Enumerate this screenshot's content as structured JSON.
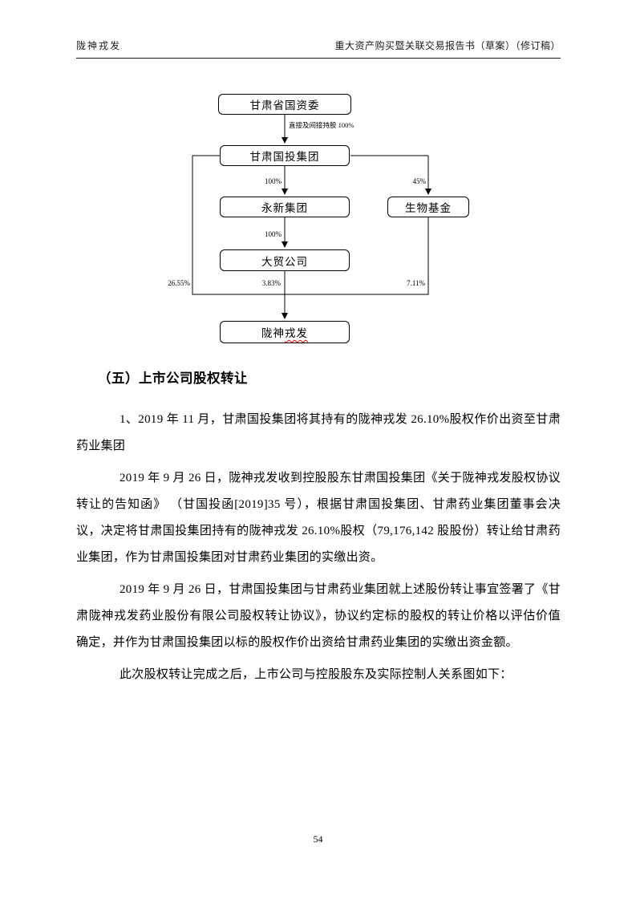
{
  "header": {
    "left": "陇神戎发",
    "right": "重大资产购买暨关联交易报告书（草案）（修订稿）"
  },
  "diagram": {
    "nodes": {
      "sasac": "甘肃省国资委",
      "guotou": "甘肃国投集团",
      "yongxin": "永新集团",
      "biofund": "生物基金",
      "damao": "大贸公司",
      "longshen_a": "陇神",
      "longshen_b": "戎发"
    },
    "edges": {
      "sasac_guotou": "直接及间接持股 100%",
      "guotou_yongxin": "100%",
      "guotou_biofund": "45%",
      "yongxin_damao": "100%",
      "guotou_longshen": "26.55%",
      "damao_longshen": "3.83%",
      "biofund_longshen": "7.11%"
    }
  },
  "body": {
    "heading": "（五）上市公司股权转让",
    "paragraphs": [
      "1、2019 年 11 月，甘肃国投集团将其持有的陇神戎发 26.10%股权作价出资至甘肃药业集团",
      "2019 年 9 月 26 日，陇神戎发收到控股股东甘肃国投集团《关于陇神戎发股权协议转让的告知函》 （甘国投函[2019]35 号），根据甘肃国投集团、甘肃药业集团董事会决议，决定将甘肃国投集团持有的陇神戎发 26.10%股权（79,176,142 股股份）转让给甘肃药业集团，作为甘肃国投集团对甘肃药业集团的实缴出资。",
      "2019 年 9 月 26 日，甘肃国投集团与甘肃药业集团就上述股份转让事宜签署了《甘肃陇神戎发药业股份有限公司股权转让协议》，协议约定标的股权的转让价格以评估价值确定，并作为甘肃国投集团以标的股权作价出资给甘肃药业集团的实缴出资金额。",
      "此次股权转让完成之后，上市公司与控股股东及实际控制人关系图如下："
    ]
  },
  "footer": {
    "page_number": "54"
  }
}
